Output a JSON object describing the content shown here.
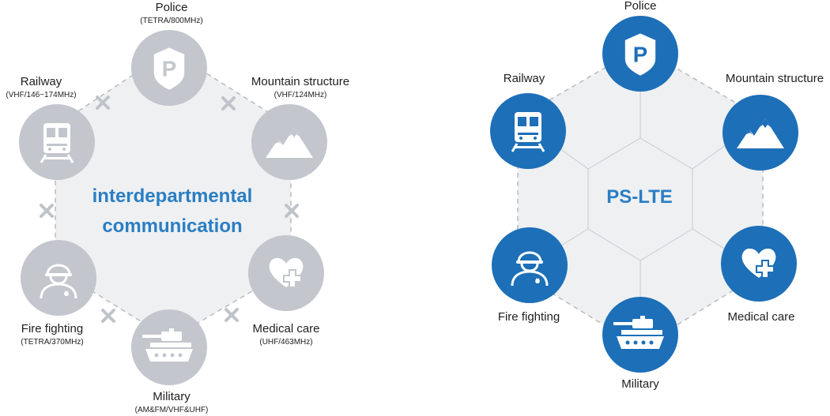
{
  "colors": {
    "gray_circle": "#c3c6cd",
    "blue_circle": "#1d6fb8",
    "accent_text": "#2a7ec3",
    "hex_fill": "#eef0f2",
    "x_mark": "#bfc3ca"
  },
  "left": {
    "center_line1": "interdepartmental",
    "center_line2": "communication",
    "nodes": {
      "police": {
        "name": "Police",
        "freq": "(TETRA/800MHz)",
        "icon": "police-badge-icon"
      },
      "mountain": {
        "name": "Mountain structure",
        "freq": "(VHF/124MHz)",
        "icon": "mountain-icon"
      },
      "medical": {
        "name": "Medical care",
        "freq": "(UHF/463MHz)",
        "icon": "heart-cross-icon"
      },
      "military": {
        "name": "Military",
        "freq": "(AM&FM/VHF&UHF)",
        "icon": "tank-icon"
      },
      "fire": {
        "name": "Fire fighting",
        "freq": "(TETRA/370MHz)",
        "icon": "firefighter-icon"
      },
      "railway": {
        "name": "Railway",
        "freq": "(VHF/146~174MHz)",
        "icon": "train-icon"
      }
    }
  },
  "right": {
    "center": "PS-LTE",
    "nodes": {
      "police": {
        "name": "Police",
        "icon": "police-badge-icon"
      },
      "mountain": {
        "name": "Mountain structure",
        "icon": "mountain-icon"
      },
      "medical": {
        "name": "Medical care",
        "icon": "heart-cross-icon"
      },
      "military": {
        "name": "Military",
        "icon": "tank-icon"
      },
      "fire": {
        "name": "Fire fighting",
        "icon": "firefighter-icon"
      },
      "railway": {
        "name": "Railway",
        "icon": "train-icon"
      }
    }
  }
}
